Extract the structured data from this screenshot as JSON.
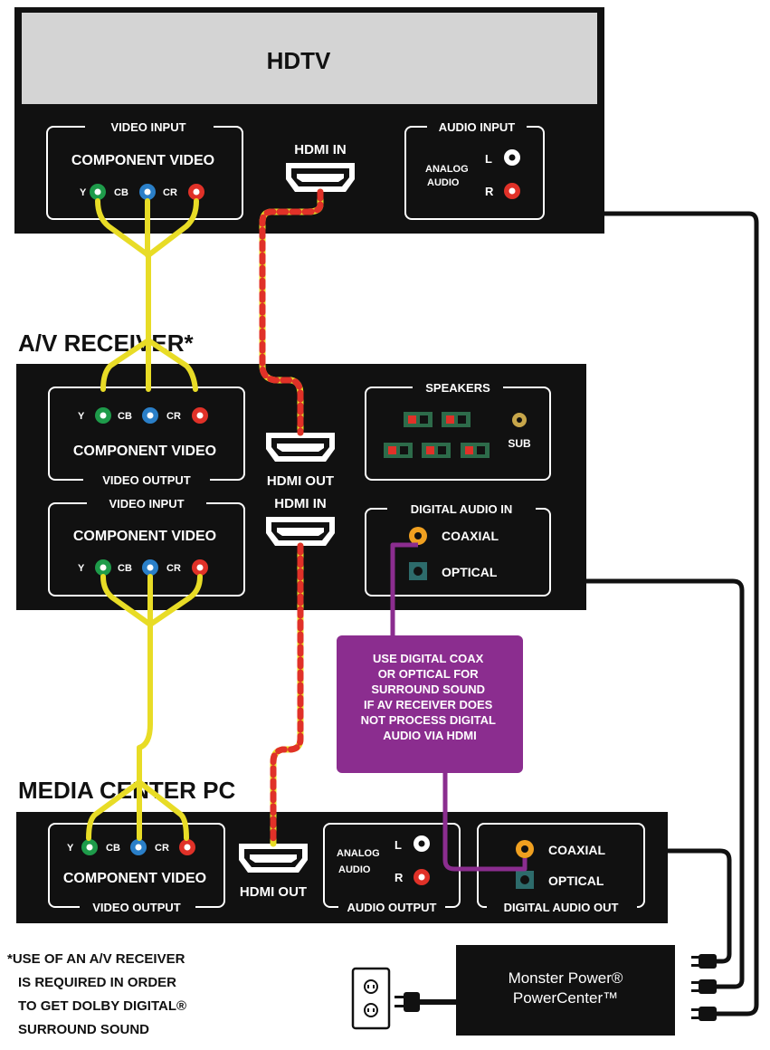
{
  "hdtv": {
    "title": "HDTV",
    "video_input": {
      "group_label": "VIDEO INPUT",
      "name": "COMPONENT VIDEO",
      "y": "Y",
      "cb": "CB",
      "cr": "CR"
    },
    "hdmi_in": "HDMI IN",
    "audio_input": {
      "group_label": "AUDIO INPUT",
      "analog": "ANALOG",
      "audio": "AUDIO",
      "l": "L",
      "r": "R"
    }
  },
  "receiver": {
    "title": "A/V RECEIVER*",
    "video_output": {
      "group_label": "VIDEO OUTPUT",
      "name": "COMPONENT VIDEO",
      "y": "Y",
      "cb": "CB",
      "cr": "CR"
    },
    "video_input": {
      "group_label": "VIDEO INPUT",
      "name": "COMPONENT VIDEO",
      "y": "Y",
      "cb": "CB",
      "cr": "CR"
    },
    "hdmi_out": "HDMI OUT",
    "hdmi_in": "HDMI IN",
    "speakers": {
      "group_label": "SPEAKERS",
      "sub": "SUB"
    },
    "digital_audio_in": {
      "group_label": "DIGITAL AUDIO IN",
      "coaxial": "COAXIAL",
      "optical": "OPTICAL"
    }
  },
  "note": {
    "lines": [
      "USE DIGITAL COAX",
      "OR OPTICAL FOR",
      "SURROUND SOUND",
      "IF AV RECEIVER DOES",
      "NOT PROCESS DIGITAL",
      "AUDIO VIA HDMI"
    ],
    "color": "#8b2d8f"
  },
  "pc": {
    "title": "MEDIA CENTER PC",
    "video_output": {
      "group_label": "VIDEO OUTPUT",
      "name": "COMPONENT VIDEO",
      "y": "Y",
      "cb": "CB",
      "cr": "CR"
    },
    "hdmi_out": "HDMI OUT",
    "audio_output": {
      "group_label": "AUDIO OUTPUT",
      "analog": "ANALOG",
      "audio": "AUDIO",
      "l": "L",
      "r": "R"
    },
    "digital_audio_out": {
      "group_label": "DIGITAL AUDIO OUT",
      "coaxial": "COAXIAL",
      "optical": "OPTICAL"
    }
  },
  "footnote": {
    "lines": [
      "*USE OF AN A/V RECEIVER",
      "IS REQUIRED IN ORDER",
      "TO GET DOLBY DIGITAL®",
      "SURROUND SOUND"
    ]
  },
  "power_center": {
    "line1": "Monster Power®",
    "line2": "PowerCenter™"
  },
  "colors": {
    "panel": "#111111",
    "tv_screen": "#d4d4d4",
    "component_cable": "#e8dc26",
    "hdmi_stripe": "#e03128",
    "jack_green": "#1e9b4a",
    "jack_blue": "#2a7fc8",
    "jack_red": "#e03128",
    "jack_orange": "#f0a020",
    "speaker_green": "#2d6b4a"
  }
}
